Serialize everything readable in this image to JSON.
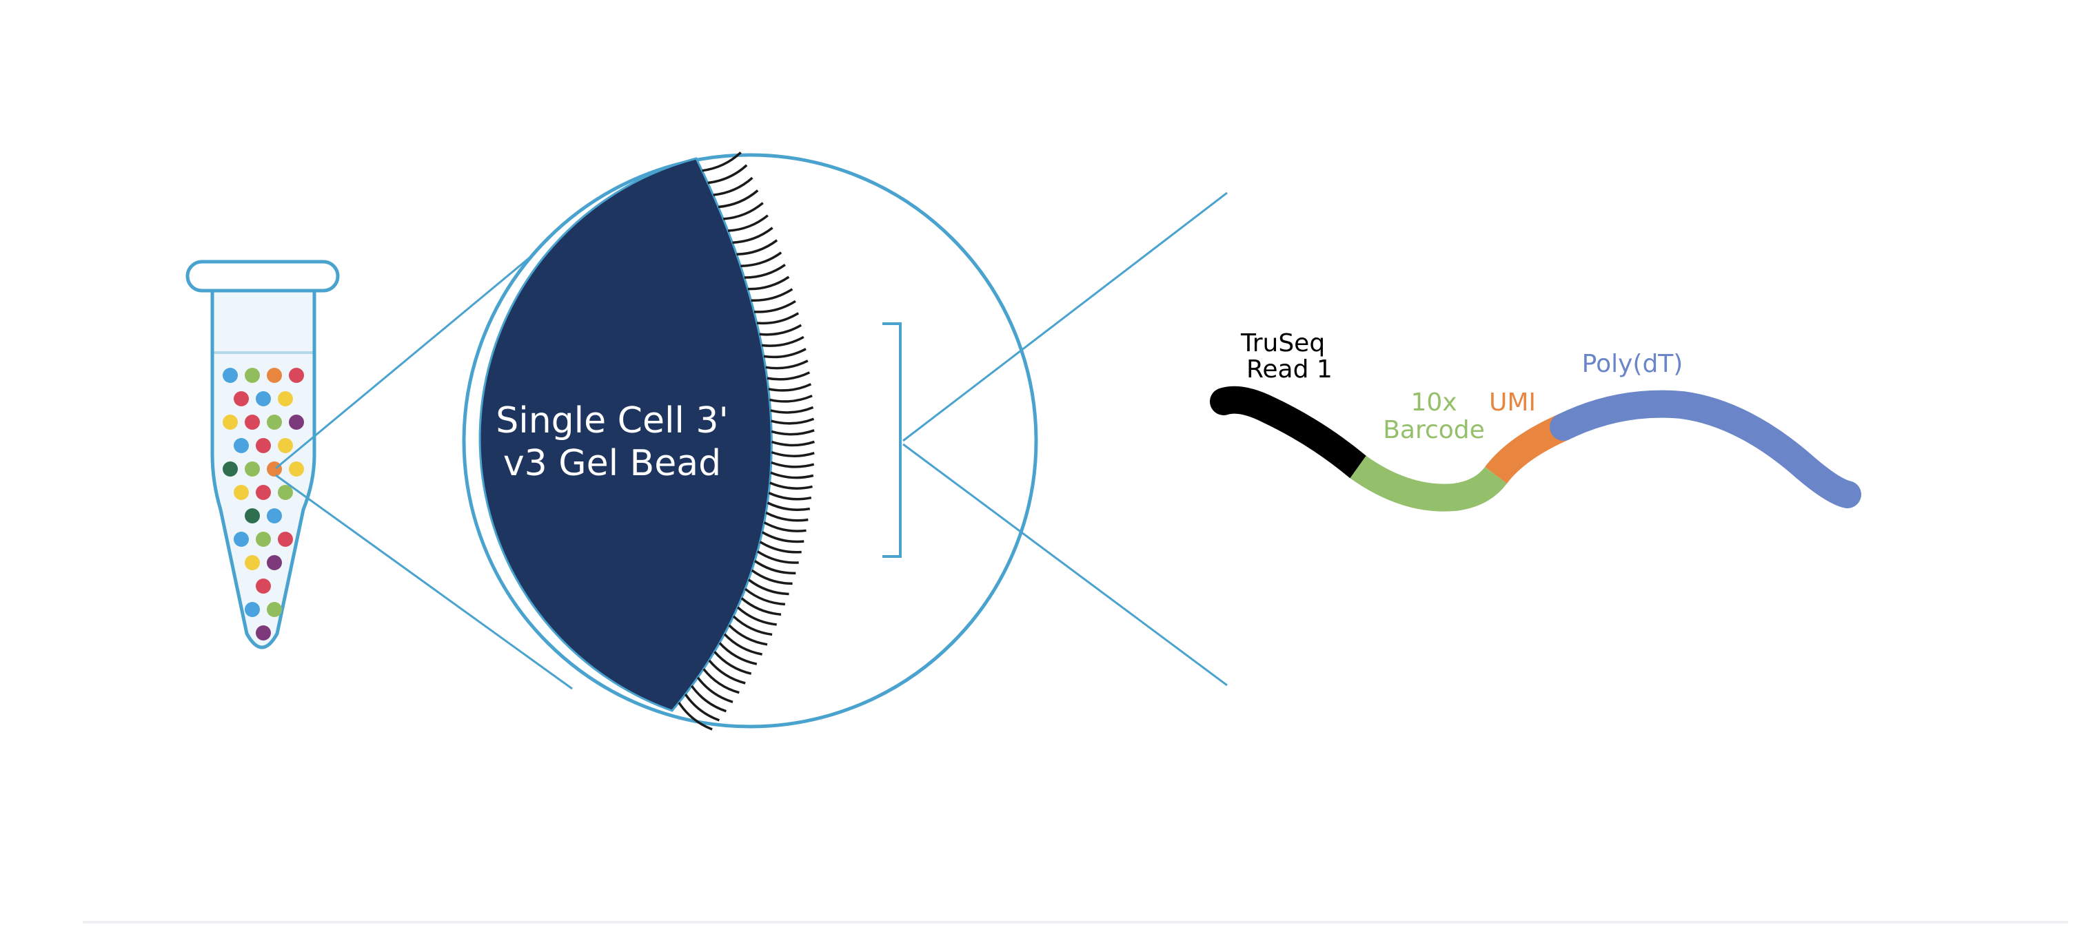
{
  "bead": {
    "line1": "Single Cell 3'",
    "line2": "v3 Gel Bead"
  },
  "oligo_segments": [
    {
      "label_lines": [
        "TruSeq",
        "Read 1"
      ],
      "color": "#000000"
    },
    {
      "label_lines": [
        "10x",
        "Barcode"
      ],
      "color": "#94bf6b"
    },
    {
      "label_lines": [
        "UMI"
      ],
      "color": "#e8853f"
    },
    {
      "label_lines": [
        "Poly(dT)"
      ],
      "color": "#6a86c9"
    }
  ],
  "colors": {
    "outline": "#4aa3cf",
    "bead_fill": "#1e3560",
    "tube_fill": "#eef6fb",
    "dots": [
      "#4aa3de",
      "#91bd5c",
      "#e8853f",
      "#d8475a",
      "#f2ce3f",
      "#7d3a7a",
      "#2f6e4f"
    ]
  },
  "tube": {
    "dot_colors": [
      [
        "#4aa3de",
        "#91bd5c",
        "#e8853f",
        "#d8475a"
      ],
      [
        "#d8475a",
        "#4aa3de",
        "#f2ce3f"
      ],
      [
        "#f2ce3f",
        "#d8475a",
        "#91bd5c",
        "#7d3a7a"
      ],
      [
        "#4aa3de",
        "#d8475a",
        "#f2ce3f"
      ],
      [
        "#2f6e4f",
        "#91bd5c",
        "#e8853f",
        "#f2ce3f"
      ],
      [
        "#f2ce3f",
        "#d8475a",
        "#91bd5c"
      ],
      [
        "#2f6e4f",
        "#4aa3de"
      ],
      [
        "#4aa3de",
        "#91bd5c",
        "#d8475a"
      ],
      [
        "#f2ce3f",
        "#7d3a7a"
      ],
      [
        "#d8475a"
      ],
      [
        "#4aa3de",
        "#91bd5c"
      ],
      [
        "#7d3a7a"
      ]
    ]
  }
}
